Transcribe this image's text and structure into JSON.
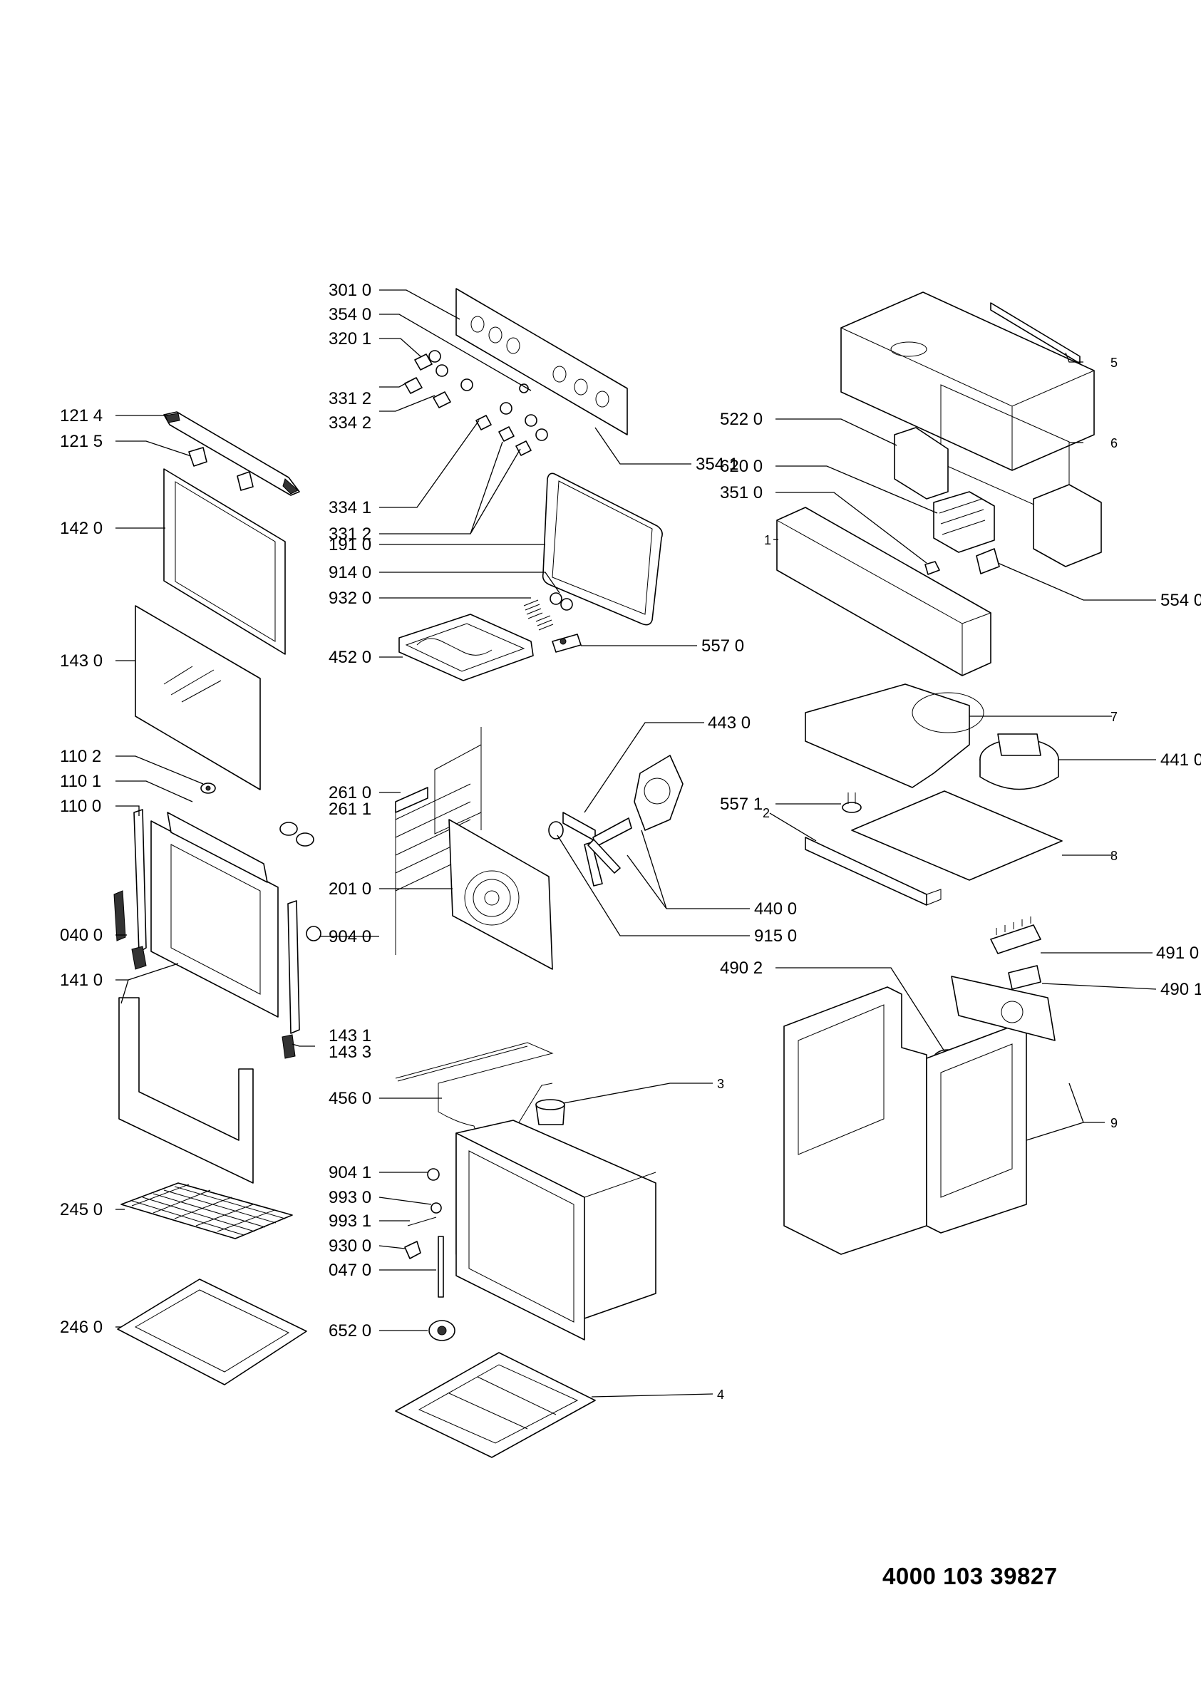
{
  "document_number": "4000 103 39827",
  "labels": {
    "l3010": "301 0",
    "l3540": "354 0",
    "l3201": "320 1",
    "l3312a": "331 2",
    "l3342": "334 2",
    "l3341": "334 1",
    "l3312b": "331 2",
    "l3541": "354 1",
    "l1214": "121 4",
    "l1215": "121 5",
    "l1420": "142 0",
    "l1430": "143 0",
    "l1102": "110 2",
    "l1101": "110 1",
    "l1100": "110 0",
    "l0400": "040 0",
    "l1410": "141 0",
    "l2450": "245 0",
    "l2460": "246 0",
    "l1910": "191 0",
    "l9140": "914 0",
    "l9320": "932 0",
    "l4520": "452 0",
    "l5570": "557 0",
    "l2610": "261 0",
    "l2611": "261 1",
    "l2010": "201 0",
    "l9040": "904 0",
    "l1431": "143 1",
    "l1433": "143 3",
    "l4560": "456 0",
    "l9041": "904 1",
    "l9930": "993 0",
    "l9931": "993 1",
    "l9300": "930 0",
    "l0470": "047 0",
    "l6520": "652 0",
    "l4430": "443 0",
    "l4400": "440 0",
    "l9150": "915 0",
    "l5220": "522 0",
    "l6200": "620 0",
    "l3510": "351 0",
    "l5540": "554 0",
    "l5571": "557 1",
    "l4410": "441 0",
    "l4910": "491 0",
    "l4902": "490 2",
    "l4901": "490 1",
    "n1": "1",
    "n2": "2",
    "n3": "3",
    "n4": "4",
    "n5": "5",
    "n6": "6",
    "n7": "7",
    "n8": "8",
    "n9": "9"
  }
}
